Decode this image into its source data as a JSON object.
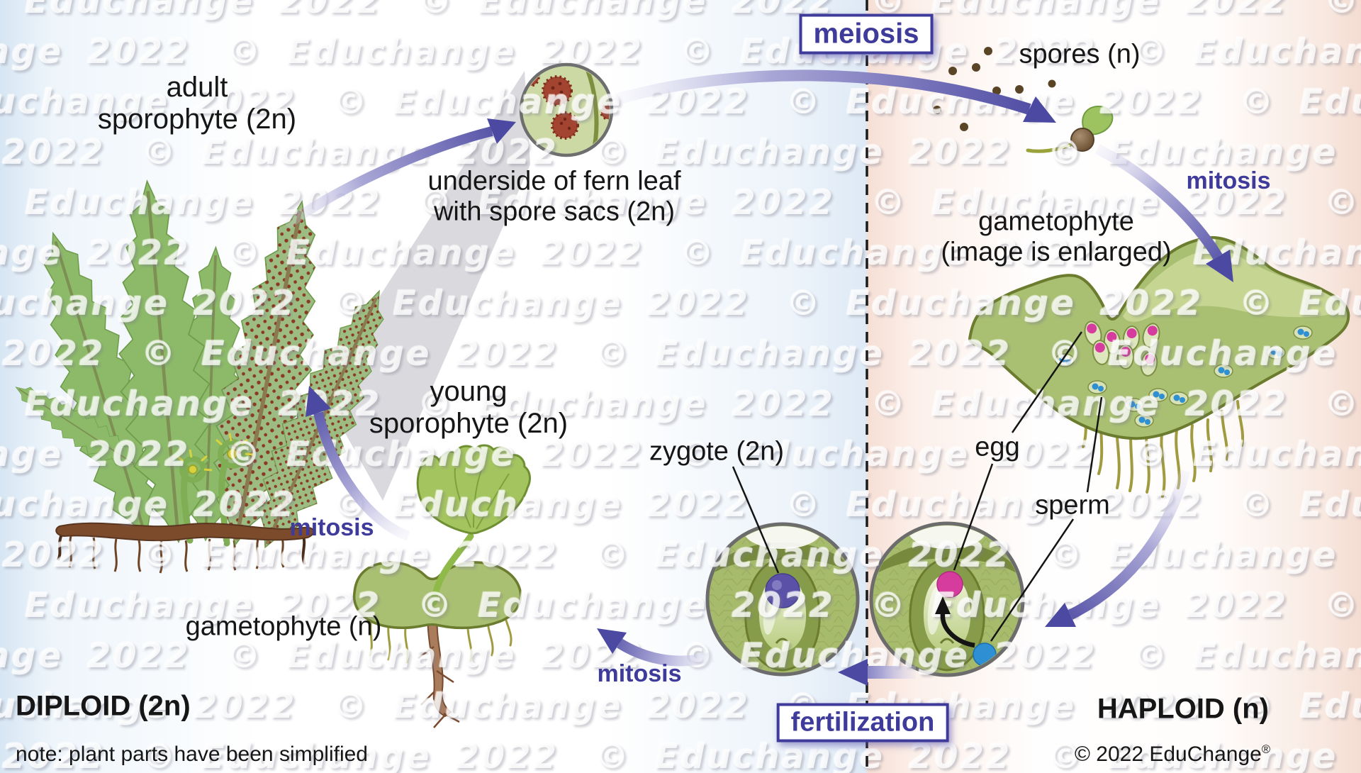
{
  "labels": {
    "adult_sporophyte": [
      "adult",
      "sporophyte (2n)"
    ],
    "underside": [
      "underside of fern leaf",
      "with spore sacs (2n)"
    ],
    "spores": "spores (n)",
    "meiosis": "meiosis",
    "mitosis_top_right": "mitosis",
    "gametophyte_enlarged": [
      "gametophyte",
      "(image is enlarged)"
    ],
    "egg": "egg",
    "sperm": "sperm",
    "zygote": "zygote (2n)",
    "fertilization": "fertilization",
    "mitosis_bottom_center": "mitosis",
    "mitosis_left": "mitosis",
    "young_sporophyte": [
      "young",
      "sporophyte (2n)"
    ],
    "gametophyte_n": "gametophyte (n)",
    "diploid": "DIPLOID (2n)",
    "haploid": "HAPLOID (n)",
    "note": "note: plant parts have been simplified",
    "copyright": "© 2022 EduChange",
    "registered_mark": "®"
  },
  "watermark": {
    "text": "© Educhange 2022",
    "repeats": 6,
    "rows": 16
  },
  "colors": {
    "accent_purple": "#3e3b9b",
    "arrow_purple": "#4c49a2",
    "left_bg_edge": "#d7e6f3",
    "right_bg_edge": "#f4dcd1",
    "fern_green": "#8cba68",
    "gametophyte_green": "#a9bf72",
    "sori_red": "#a34431",
    "spore_brown": "#5a4426",
    "egg_pink": "#d63c9e",
    "sperm_blue": "#2e8fd2",
    "zygote_purple": "#5b52a8",
    "label_black": "#161616"
  }
}
